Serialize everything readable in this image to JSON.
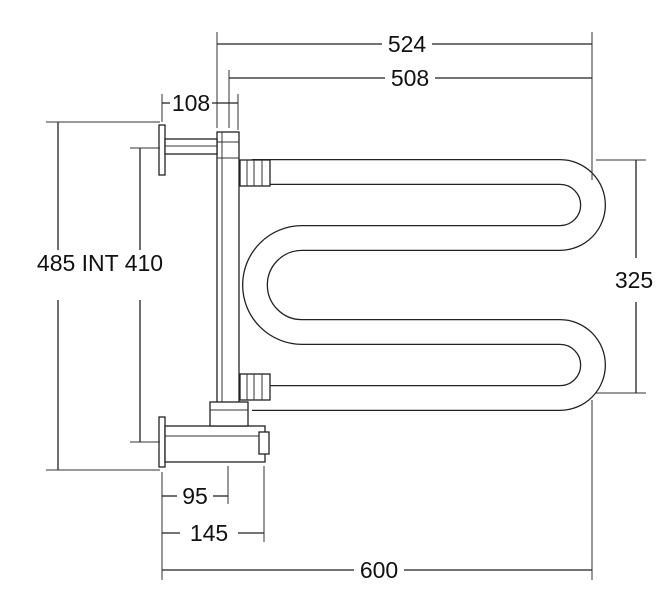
{
  "diagram": {
    "dimensions": {
      "top_overall": "524",
      "top_inner": "508",
      "wall_offset": "108",
      "height_label": "485 INT 410",
      "right_height": "325",
      "bottom_95": "95",
      "bottom_145": "145",
      "bottom_overall": "600"
    }
  }
}
